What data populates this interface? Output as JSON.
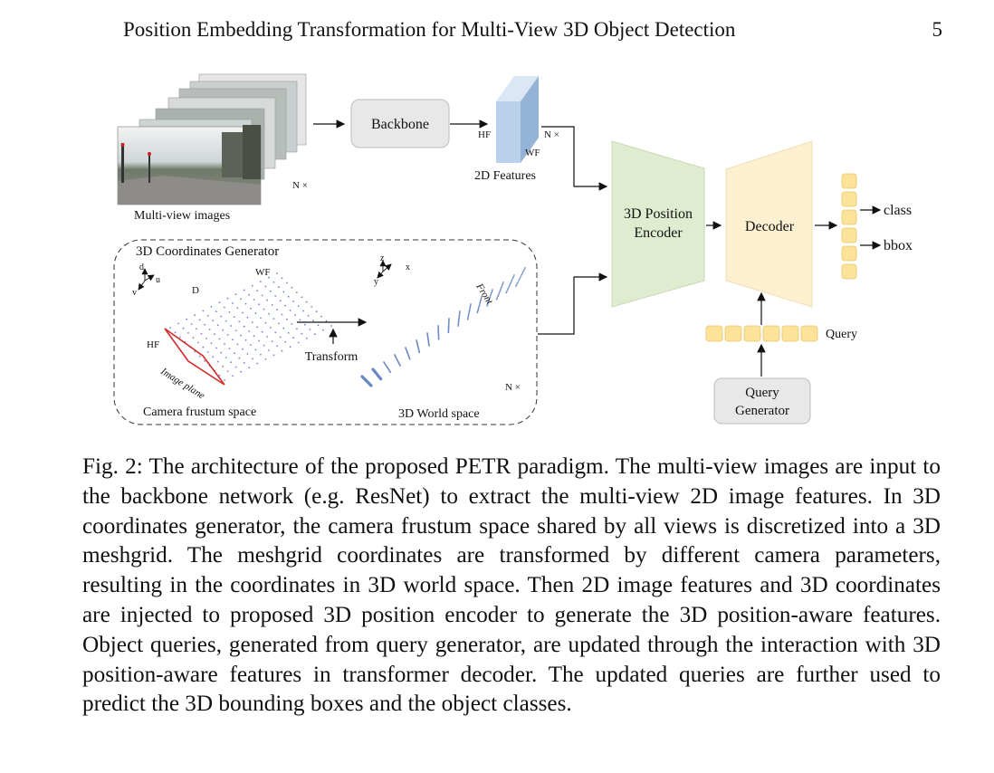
{
  "header": {
    "title": "Position Embedding Transformation for Multi-View 3D Object Detection",
    "page_number": "5"
  },
  "figure": {
    "multiview_label": "Multi-view images",
    "n_times": "N ×",
    "backbone_label": "Backbone",
    "hf_label": "HF",
    "wf_label": "WF",
    "features_label": "2D Features",
    "coord_gen_title": "3D Coordinates Generator",
    "d_axis": "d",
    "u_axis": "u",
    "v_axis": "v",
    "d_label": "D",
    "image_plane_label": "Image plane",
    "frustum_label": "Camera frustum space",
    "transform_label": "Transform",
    "z_axis": "z",
    "x_axis": "x",
    "y_axis": "y",
    "front_label": "Front",
    "world_label": "3D World space",
    "encoder_label_1": "3D Position",
    "encoder_label_2": "Encoder",
    "decoder_label": "Decoder",
    "class_label": "class",
    "bbox_label": "bbox",
    "query_label": "Query",
    "query_gen_label_1": "Query",
    "query_gen_label_2": "Generator",
    "colors": {
      "encoder_fill": "#dfeccf",
      "decoder_fill": "#fdf0d0",
      "query_fill": "#fde39a",
      "feature_fill": "#b9d1ea",
      "frustum_dots": "#6b87c4",
      "image_plane": "#d42a2a"
    }
  },
  "caption": {
    "text": "Fig. 2: The architecture of the proposed PETR paradigm. The multi-view images are input to the backbone network (e.g. ResNet) to extract the multi-view 2D image features. In 3D coordinates generator, the camera frustum space shared by all views is discretized into a 3D meshgrid. The meshgrid coordinates are transformed by different camera parameters, resulting in the coordinates in 3D world space. Then 2D image features and 3D coordinates are injected to proposed 3D position encoder to generate the 3D position-aware features. Object queries, generated from query generator, are updated through the interaction with 3D position-aware features in transformer decoder. The updated queries are further used to predict the 3D bounding boxes and the object classes."
  }
}
